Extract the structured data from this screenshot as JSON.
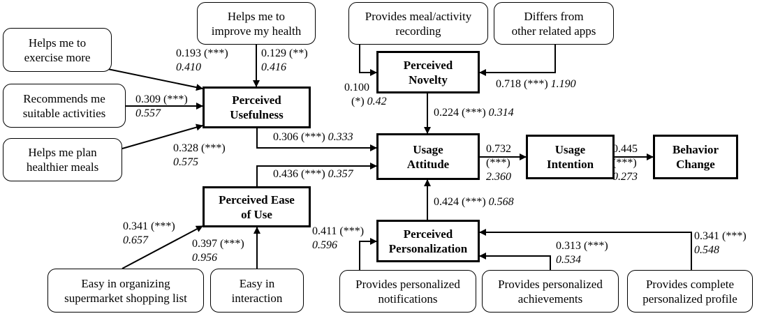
{
  "observed": {
    "exercise": "Helps me to\nexercise more",
    "health": "Helps me to\nimprove my health",
    "activities": "Recommends me\nsuitable activities",
    "meals": "Helps me plan\nhealthier meals",
    "recording": "Provides meal/activity\nrecording",
    "differs": "Differs from\nother related apps",
    "shopping": "Easy in organizing\nsupermarket shopping list",
    "interaction": "Easy in\ninteraction",
    "notifications": "Provides personalized\nnotifications",
    "achievements": "Provides personalized\nachievements",
    "profile": "Provides complete\npersonalized profile"
  },
  "constructs": {
    "usefulness": "Perceived\nUsefulness",
    "novelty": "Perceived\nNovelty",
    "ease": "Perceived Ease\nof Use",
    "attitude": "Usage\nAttitude",
    "intention": "Usage\nIntention",
    "behavior": "Behavior\nChange",
    "personalization": "Perceived\nPersonalization"
  },
  "paths": {
    "exercise_usefulness": {
      "coef": "0.193 (***)",
      "val": "0.410"
    },
    "health_usefulness": {
      "coef": "0.129 (**)",
      "val": "0.416"
    },
    "activities_usefulness": {
      "coef": "0.309 (***)",
      "val": "0.557"
    },
    "meals_usefulness": {
      "coef": "0.328 (***)",
      "val": "0.575"
    },
    "recording_novelty": {
      "coef": "0.100",
      "coef2": "(*)",
      "val": "0.42"
    },
    "differs_novelty": {
      "coef": "0.718 (***)",
      "val": "1.190"
    },
    "novelty_attitude": {
      "coef": "0.224 (***)",
      "val": "0.314"
    },
    "usefulness_attitude": {
      "coef": "0.306 (***)",
      "val": "0.333"
    },
    "ease_attitude": {
      "coef": "0.436 (***)",
      "val": "0.357"
    },
    "attitude_intention": {
      "coef": "0.732",
      "coef2": "(***)",
      "val": "2.360"
    },
    "intention_behavior": {
      "coef": "0.445",
      "coef2": "(***)",
      "val": "0.273"
    },
    "personalization_attitude": {
      "coef": "0.424 (***)",
      "val": "0.568"
    },
    "shopping_ease": {
      "coef": "0.341 (***)",
      "val": "0.657"
    },
    "interaction_ease": {
      "coef": "0.397 (***)",
      "val": "0.956"
    },
    "notifications_personalization": {
      "coef": "0.411 (***)",
      "val": "0.596"
    },
    "achievements_personalization": {
      "coef": "0.313 (***)",
      "val": "0.534"
    },
    "profile_personalization": {
      "coef": "0.341 (***)",
      "val": "0.548"
    }
  }
}
